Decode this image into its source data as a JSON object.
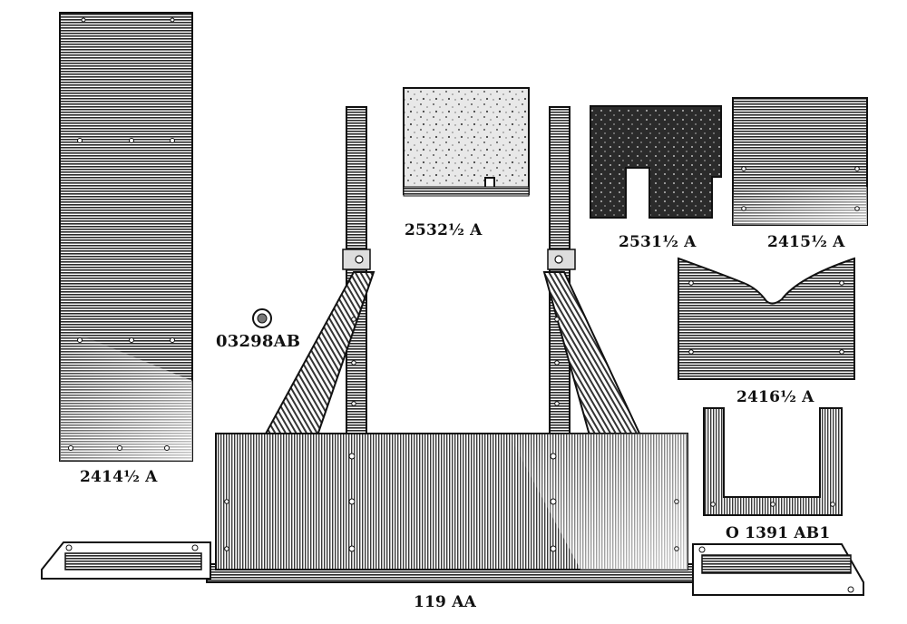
{
  "parts": [
    {
      "id": "p1",
      "label": "2414½ A"
    },
    {
      "id": "p2",
      "label": "03298AB"
    },
    {
      "id": "p3",
      "label": "2532½ A"
    },
    {
      "id": "p4",
      "label": "2531½ A"
    },
    {
      "id": "p5",
      "label": "2415½ A"
    },
    {
      "id": "p6",
      "label": "2416½ A"
    },
    {
      "id": "p7",
      "label": "O 1391 AB1"
    },
    {
      "id": "p8",
      "label": "119 AA"
    }
  ],
  "colors": {
    "ink": "#111111",
    "paper": "#ffffff",
    "shade": "#6b6b6b"
  }
}
